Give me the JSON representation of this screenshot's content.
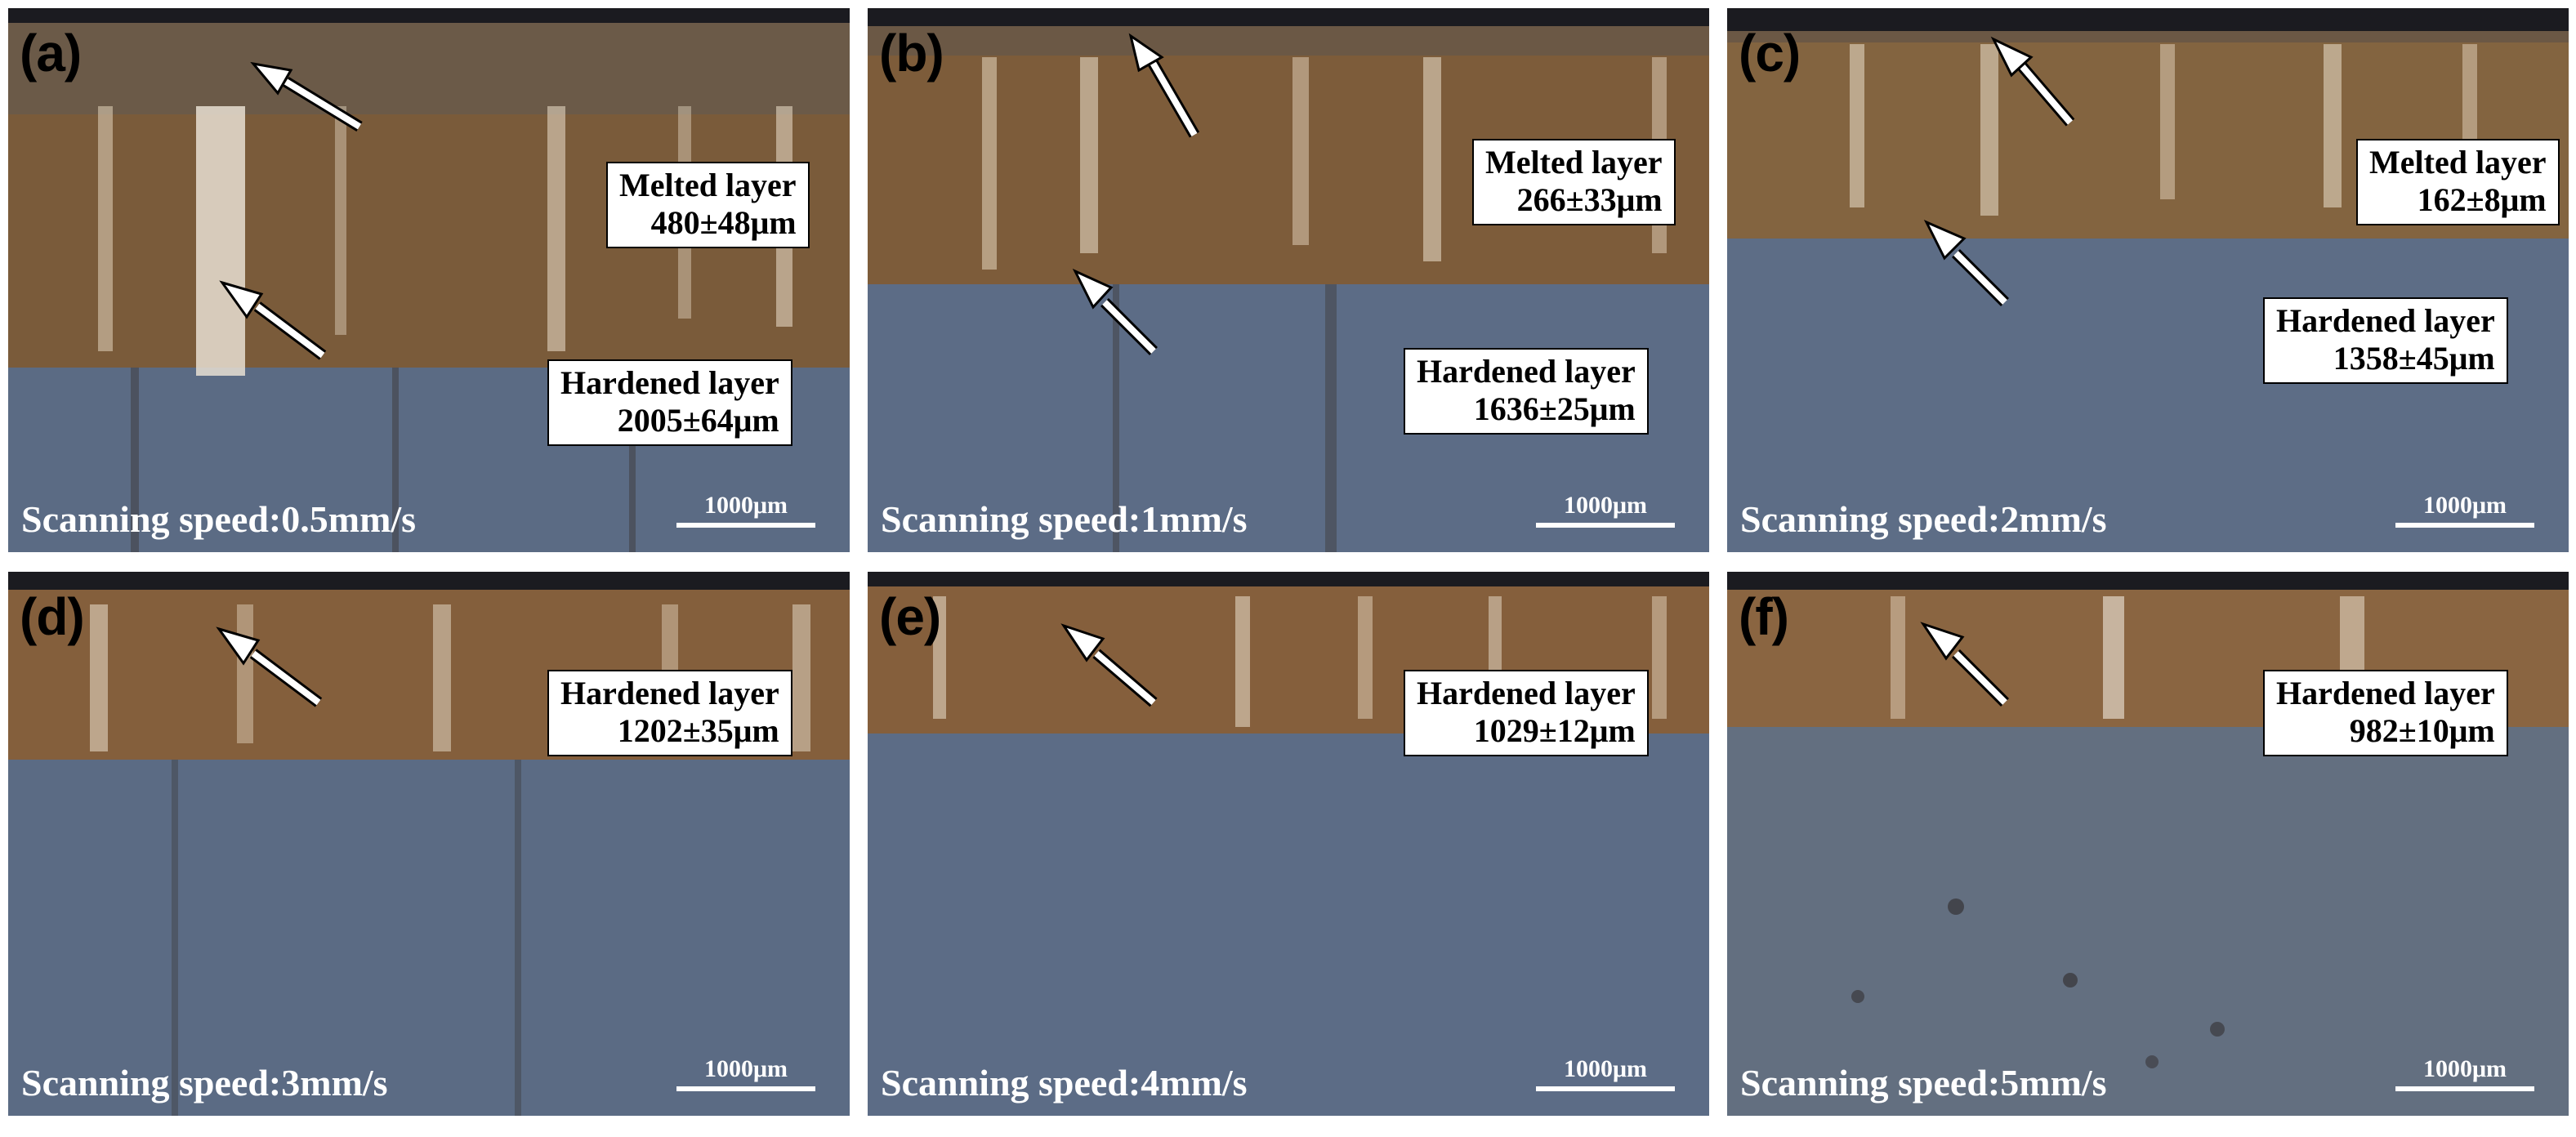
{
  "panels": [
    {
      "letter": "(a)",
      "melted": {
        "label": "Melted layer",
        "value": "480±48μm"
      },
      "hardened": {
        "label": "Hardened layer",
        "value": "2005±64μm"
      },
      "speed": "Scanning speed:0.5mm/s",
      "scale": "1000μm"
    },
    {
      "letter": "(b)",
      "melted": {
        "label": "Melted layer",
        "value": "266±33μm"
      },
      "hardened": {
        "label": "Hardened layer",
        "value": "1636±25μm"
      },
      "speed": "Scanning speed:1mm/s",
      "scale": "1000μm"
    },
    {
      "letter": "(c)",
      "melted": {
        "label": "Melted layer",
        "value": "162±8μm"
      },
      "hardened": {
        "label": "Hardened layer",
        "value": "1358±45μm"
      },
      "speed": "Scanning speed:2mm/s",
      "scale": "1000μm"
    },
    {
      "letter": "(d)",
      "hardened": {
        "label": "Hardened layer",
        "value": "1202±35μm"
      },
      "speed": "Scanning speed:3mm/s",
      "scale": "1000μm"
    },
    {
      "letter": "(e)",
      "hardened": {
        "label": "Hardened layer",
        "value": "1029±12μm"
      },
      "speed": "Scanning speed:4mm/s",
      "scale": "1000μm"
    },
    {
      "letter": "(f)",
      "hardened": {
        "label": "Hardened layer",
        "value": "982±10μm"
      },
      "speed": "Scanning speed:5mm/s",
      "scale": "1000μm"
    }
  ],
  "colors": {
    "layer_brown": "#7a5b3a",
    "melted_band": "#6b5845",
    "substrate_blue": "#5c6d86",
    "top_dark": "#1b1b20"
  }
}
